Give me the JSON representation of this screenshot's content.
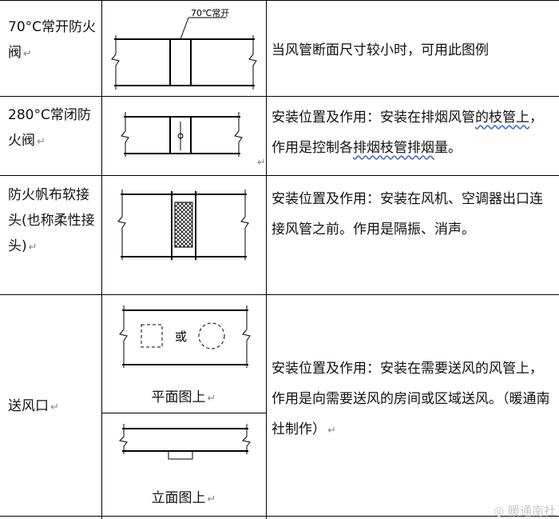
{
  "rows": [
    {
      "name": "70°C常开防火阀",
      "desc": "当风管断面尺寸较小时，可用此图例"
    },
    {
      "name": "280°C常闭防火阀",
      "desc_pre": "安装位置及作用：安装在排烟风管",
      "desc_u1": "的枝管上",
      "desc_mid": "，作用是控制各",
      "desc_u2": "排烟枝管排烟",
      "desc_post": "量。"
    },
    {
      "name": "防火帆布软接头(也称柔性接头)",
      "desc": "安装位置及作用：安装在风机、空调器出口连接风管之前。作用是隔振、消声。"
    },
    {
      "name": "送风口",
      "desc": "安装位置及作用：安装在需要送风的风管上，作用是向需要送风的房间或区域送风。（暖通南社制作）",
      "caption_plan": "平面图上",
      "caption_elev": "立面图上",
      "symbol_or": "或"
    }
  ],
  "diagram_labels": {
    "valve_70": "70℃常开"
  },
  "return_mark": "↵",
  "watermark": "暖通南社"
}
